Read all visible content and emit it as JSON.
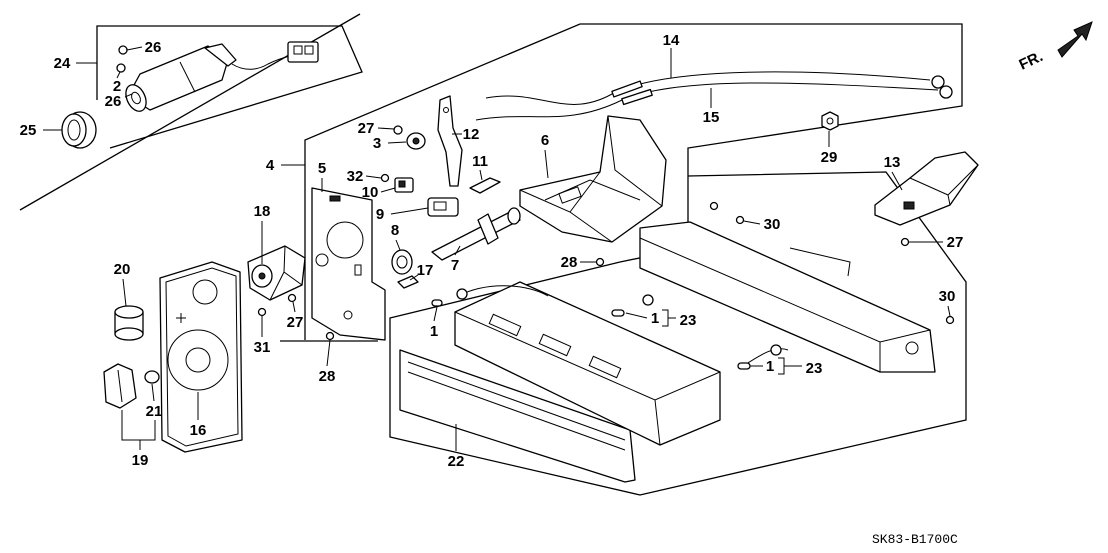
{
  "callouts": [
    "24",
    "26",
    "2",
    "26",
    "25",
    "14",
    "15",
    "27",
    "12",
    "3",
    "6",
    "29",
    "13",
    "4",
    "5",
    "11",
    "32",
    "10",
    "18",
    "9",
    "30",
    "27",
    "8",
    "20",
    "28",
    "17",
    "7",
    "30",
    "27",
    "1",
    "1",
    "23",
    "31",
    "1",
    "23",
    "28",
    "21",
    "16",
    "22",
    "19"
  ],
  "orientation_label": "FR.",
  "diagram_code": "SK83-B1700C"
}
